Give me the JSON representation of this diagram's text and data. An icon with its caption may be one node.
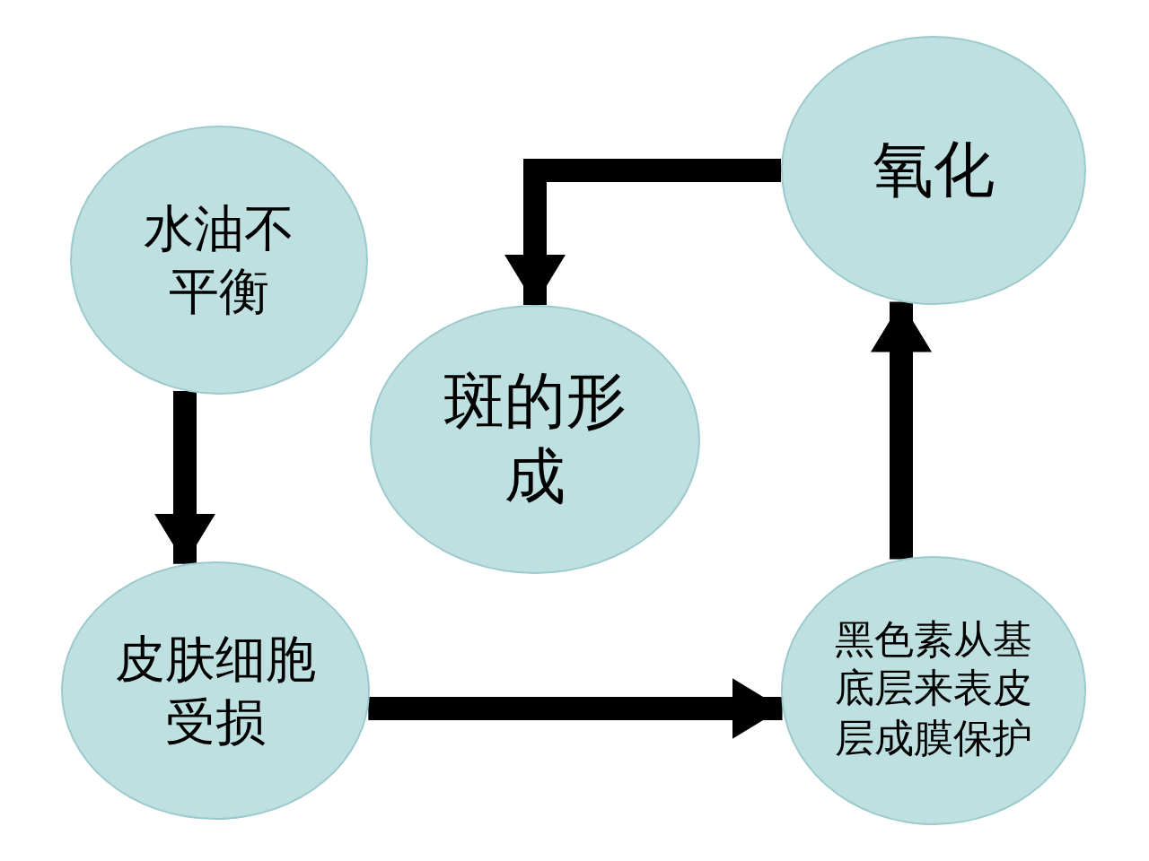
{
  "diagram": {
    "nodes": [
      {
        "text": [
          "水油不平衡"
        ]
      },
      {
        "text": [
          "皮肤细胞受损"
        ]
      },
      {
        "text": [
          "黑色素从基底层来表皮层成膜保护"
        ]
      },
      {
        "text": [
          "氧化"
        ]
      },
      {
        "text": [
          "斑的形成"
        ]
      }
    ],
    "edges": [
      {
        "from": 0,
        "to": 1,
        "arrow": "to"
      },
      {
        "from": 1,
        "to": 2,
        "arrow": "to"
      },
      {
        "from": 2,
        "to": 3,
        "arrow": "to"
      },
      {
        "from": 3,
        "to": 4,
        "arrow": "to"
      }
    ]
  }
}
